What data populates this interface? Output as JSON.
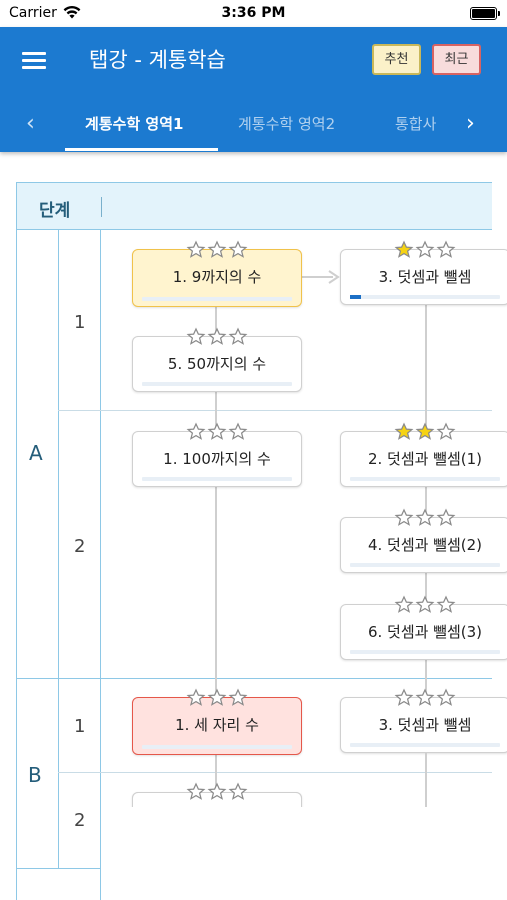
{
  "status_bar": {
    "carrier": "Carrier",
    "time": "3:36 PM"
  },
  "header": {
    "title": "탭강 - 계통학습",
    "recommend_label": "추천",
    "recent_label": "최근"
  },
  "tabs": [
    {
      "label": "계통수학 영역1",
      "active": true
    },
    {
      "label": "계통수학 영역2",
      "active": false
    },
    {
      "label": "통합사",
      "active": false
    }
  ],
  "grid": {
    "column_header": "단계",
    "stages": [
      {
        "label": "A",
        "sub_levels": [
          "1",
          "2"
        ]
      },
      {
        "label": "B",
        "sub_levels": [
          "1",
          "2"
        ]
      }
    ]
  },
  "nodes": [
    {
      "id": "a1-left-top",
      "label": "1. 9까지의 수",
      "stars_filled": 0,
      "highlight": "yellow",
      "progress": 0
    },
    {
      "id": "a1-left-bottom",
      "label": "5. 50까지의 수",
      "stars_filled": 0,
      "highlight": "none",
      "progress": 0
    },
    {
      "id": "a1-right",
      "label": "3. 덧셈과 뺄셈",
      "stars_filled": 1,
      "highlight": "none",
      "progress": 0.07
    },
    {
      "id": "a2-left",
      "label": "1. 100까지의 수",
      "stars_filled": 0,
      "highlight": "none",
      "progress": 0
    },
    {
      "id": "a2-right-1",
      "label": "2. 덧셈과 뺄셈(1)",
      "stars_filled": 2,
      "highlight": "none",
      "progress": 0
    },
    {
      "id": "a2-right-2",
      "label": "4. 덧셈과 뺄셈(2)",
      "stars_filled": 0,
      "highlight": "none",
      "progress": 0
    },
    {
      "id": "a2-right-3",
      "label": "6. 덧셈과 뺄셈(3)",
      "stars_filled": 0,
      "highlight": "none",
      "progress": 0
    },
    {
      "id": "b1-left",
      "label": "1. 세 자리 수",
      "stars_filled": 0,
      "highlight": "red",
      "progress": 0
    },
    {
      "id": "b1-right",
      "label": "3. 덧셈과 뺄셈",
      "stars_filled": 0,
      "highlight": "none",
      "progress": 0
    },
    {
      "id": "b2-left",
      "label": "",
      "stars_filled": 0,
      "highlight": "none",
      "progress": 0
    }
  ],
  "colors": {
    "app_bar": "#1c7ad0",
    "grid_line": "#8ec8e6",
    "header_bg": "#e3f3fb",
    "highlight_yellow": "#fff4cf",
    "highlight_red": "#ffe2df",
    "star_filled": "#f6d313",
    "progress": "#1c6fc6"
  },
  "icons": {
    "menu": "hamburger-menu-icon",
    "wifi": "wifi-icon",
    "battery": "battery-icon",
    "tab_prev": "chevron-left-icon",
    "tab_next": "chevron-right-icon",
    "star": "star-icon",
    "link_arrow": "arrow-right-icon"
  }
}
